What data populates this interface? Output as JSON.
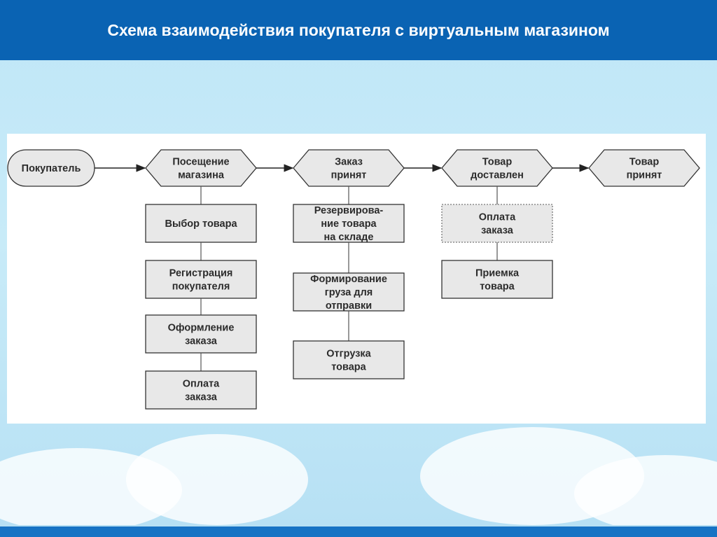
{
  "slide": {
    "title": "Схема взаимодействия покупателя с виртуальным магазином"
  },
  "diagram": {
    "start": {
      "lines": [
        "Покупатель"
      ]
    },
    "stages": [
      {
        "lines": [
          "Посещение",
          "магазина"
        ],
        "steps": [
          {
            "lines": [
              "Выбор товара"
            ],
            "dotted": false
          },
          {
            "lines": [
              "Регистрация",
              "покупателя"
            ],
            "dotted": false
          },
          {
            "lines": [
              "Оформление",
              "заказа"
            ],
            "dotted": false
          },
          {
            "lines": [
              "Оплата",
              "заказа"
            ],
            "dotted": false
          }
        ]
      },
      {
        "lines": [
          "Заказ",
          "принят"
        ],
        "steps": [
          {
            "lines": [
              "Резервирова-",
              "ние товара",
              "на складе"
            ],
            "dotted": false
          },
          {
            "lines": [
              "Формирование",
              "груза для",
              "отправки"
            ],
            "dotted": false
          },
          {
            "lines": [
              "Отгрузка",
              "товара"
            ],
            "dotted": false
          }
        ]
      },
      {
        "lines": [
          "Товар",
          "доставлен"
        ],
        "steps": [
          {
            "lines": [
              "Оплата",
              "заказа"
            ],
            "dotted": true
          },
          {
            "lines": [
              "Приемка",
              "товара"
            ],
            "dotted": false
          }
        ]
      },
      {
        "lines": [
          "Товар",
          "принят"
        ],
        "steps": []
      }
    ]
  },
  "colors": {
    "header": "#0a63b3",
    "box_fill": "#e8e8e8",
    "stroke": "#333333"
  }
}
